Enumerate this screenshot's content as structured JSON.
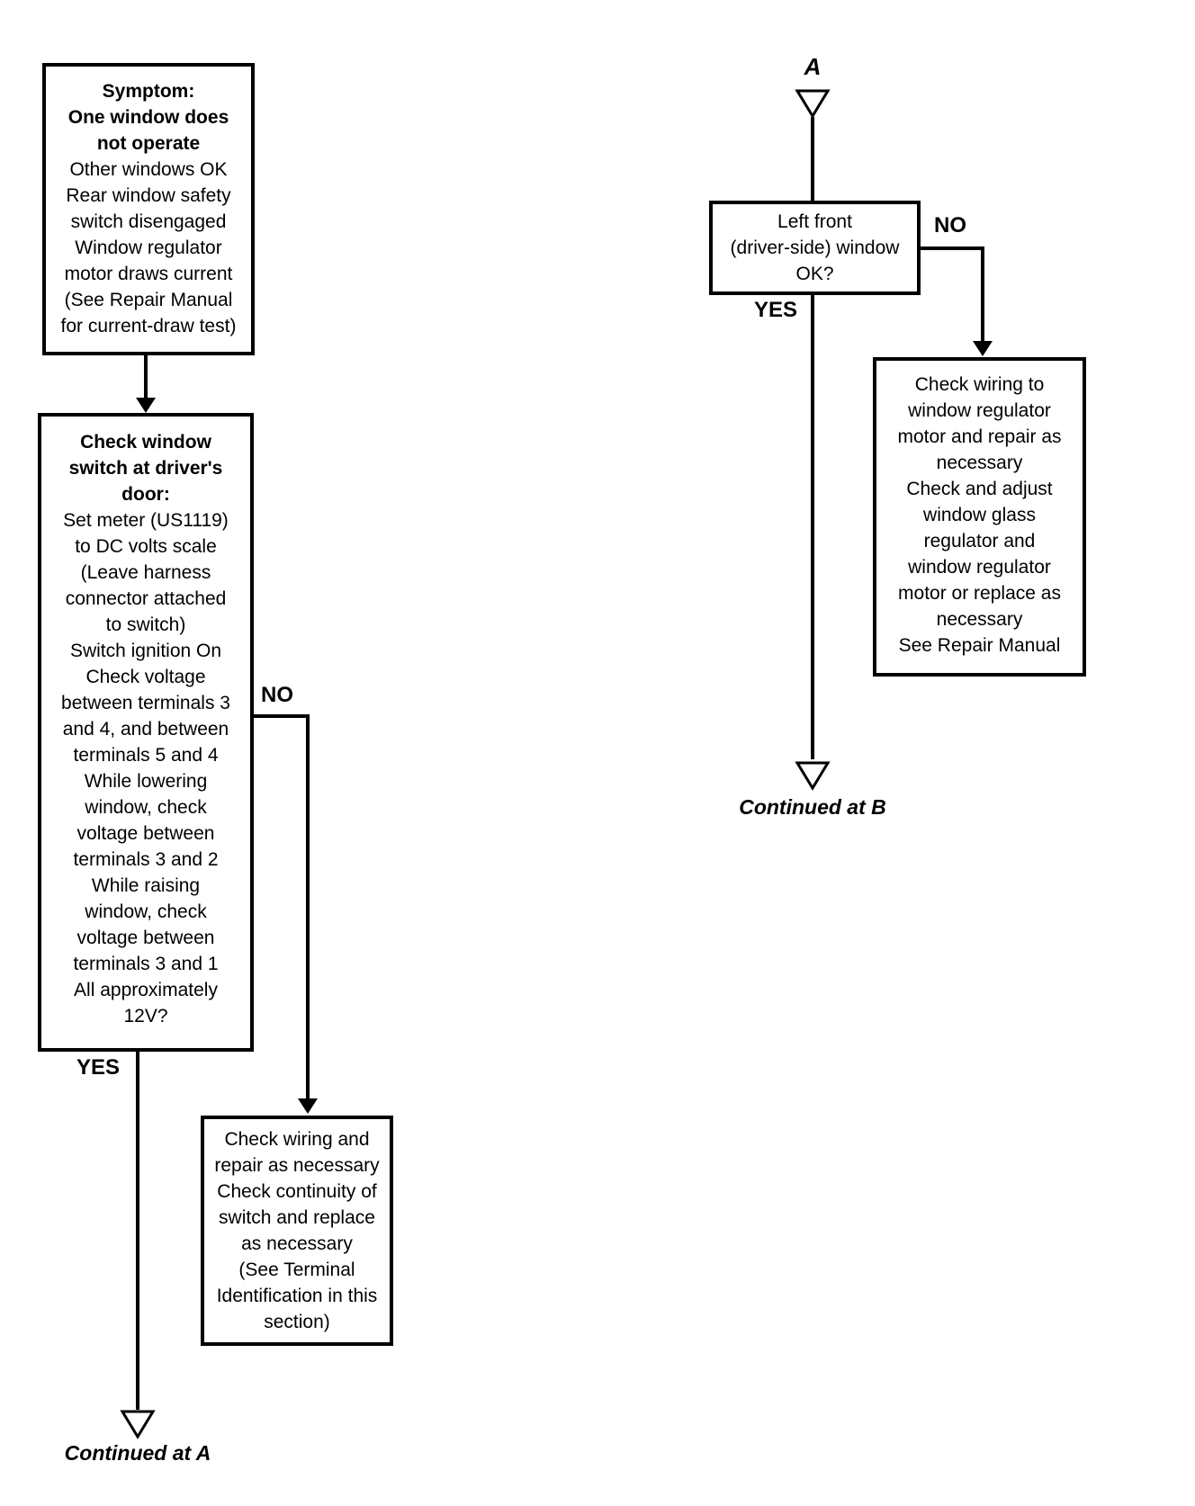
{
  "page": {
    "background": "#ffffff",
    "line_color": "#000000"
  },
  "boxes": {
    "symptom": {
      "heading": "Symptom:\nOne window does\nnot operate",
      "body": "Other windows OK\nRear window safety\nswitch disengaged\nWindow regulator\nmotor draws current\n(See Repair Manual\nfor current-draw test)"
    },
    "check_switch": {
      "heading": "Check window\nswitch at driver's\ndoor:",
      "body": "Set meter (US1119)\nto DC volts scale\n(Leave harness\nconnector attached\nto switch)\nSwitch ignition On\nCheck voltage\nbetween terminals 3\nand 4, and between\nterminals 5 and 4\nWhile lowering\nwindow, check\nvoltage between\nterminals 3 and 2\nWhile raising\nwindow, check\nvoltage between\nterminals 3 and 1\nAll approximately\n12V?"
    },
    "wiring_switch": {
      "body": "Check wiring and\nrepair as necessary\nCheck continuity of\nswitch and replace\nas necessary\n(See Terminal\nIdentification in this\nsection)"
    },
    "window_ok": {
      "body": "Left front\n(driver-side) window\nOK?"
    },
    "wiring_motor": {
      "body": "Check wiring to\nwindow regulator\nmotor and repair as\nnecessary\nCheck and adjust\nwindow glass\nregulator and\nwindow regulator\nmotor or replace as\nnecessary\nSee Repair Manual"
    }
  },
  "labels": {
    "yes": "YES",
    "no": "NO",
    "connector_a": "A",
    "continued_a": "Continued at A",
    "continued_b": "Continued at B"
  }
}
